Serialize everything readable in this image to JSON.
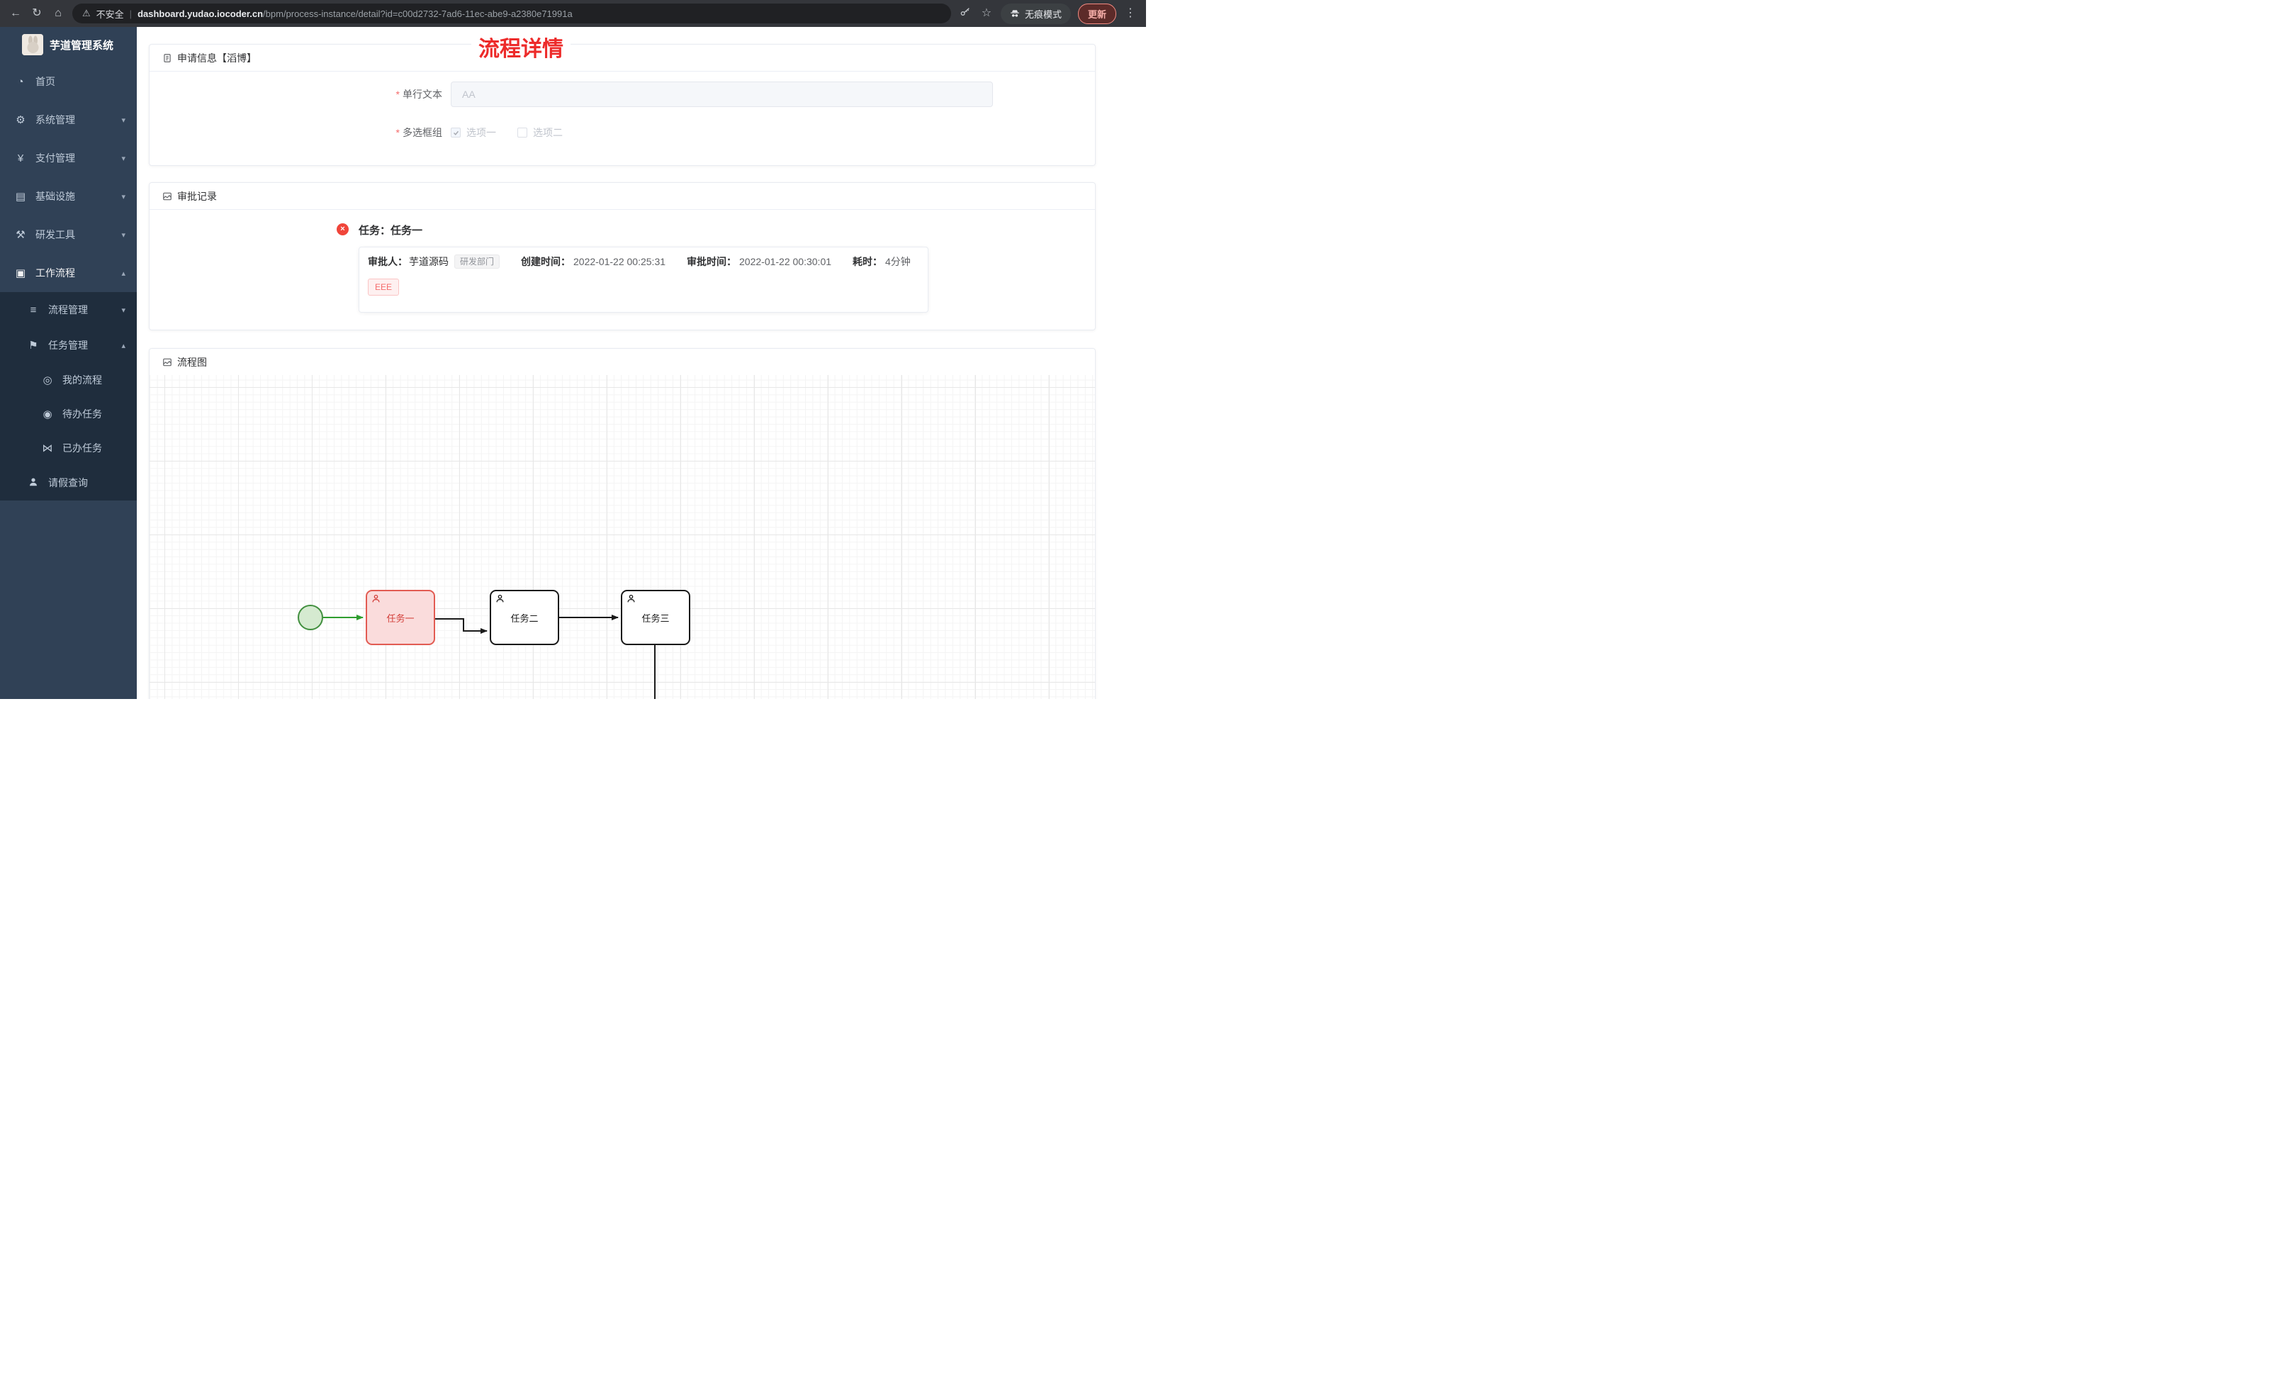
{
  "colors": {
    "sidebar_bg": "#304156",
    "submenu_bg": "#1f2d3d",
    "title_red": "#ed2b2a",
    "accent_red": "#f56c6c",
    "highlight_green": "#2f9e2f",
    "task_highlight_border": "#e25b52",
    "task_highlight_fill": "#fadcdc"
  },
  "browser": {
    "security_label": "不安全",
    "url_domain": "dashboard.yudao.iocoder.cn",
    "url_path": "/bpm/process-instance/detail?id=c00d2732-7ad6-11ec-abe9-a2380e71991a",
    "incognito_label": "无痕模式",
    "update_label": "更新"
  },
  "icons": {
    "back": "←",
    "refresh": "↻",
    "home": "⌂",
    "warning": "⚠",
    "star": "☆",
    "dots": "⋮",
    "divider": "|",
    "home_menu": "◔",
    "system": "⚙",
    "pay": "¥",
    "infra": "▤",
    "devtool": "⚒",
    "workflow": "▣",
    "process_mgmt": "≡",
    "task_mgmt": "⚑",
    "my_process": "◎",
    "todo": "◉",
    "done": "⋈",
    "chevron_down": "▾",
    "chevron_up": "▴",
    "close_x": "×"
  },
  "sidebar": {
    "app_title": "芋道管理系统",
    "menu": [
      "首页",
      "系统管理",
      "支付管理",
      "基础设施",
      "研发工具",
      "工作流程"
    ],
    "submenu": [
      "流程管理",
      "任务管理",
      "我的流程",
      "待办任务",
      "已办任务",
      "请假查询"
    ]
  },
  "page": {
    "title": "流程详情",
    "required_mark": "*",
    "apply_card": {
      "title": "申请信息【滔博】",
      "field1_label": "单行文本",
      "field1_placeholder": "AA",
      "field2_label": "多选框组",
      "option1": "选项一",
      "option2": "选项二"
    },
    "approval_card": {
      "title": "审批记录",
      "task_title": "任务：任务一",
      "approver_label": "审批人：",
      "approver_name": "芋道源码",
      "dept_tag": "研发部门",
      "created_label": "创建时间：",
      "created_time": "2022-01-22 00:25:31",
      "approved_label": "审批时间：",
      "approved_time": "2022-01-22 00:30:01",
      "duration_label": "耗时：",
      "duration_value": "4分钟",
      "comment": "EEE"
    },
    "diagram_card": {
      "title": "流程图",
      "node1": "任务一",
      "node2": "任务二",
      "node3": "任务三"
    }
  }
}
